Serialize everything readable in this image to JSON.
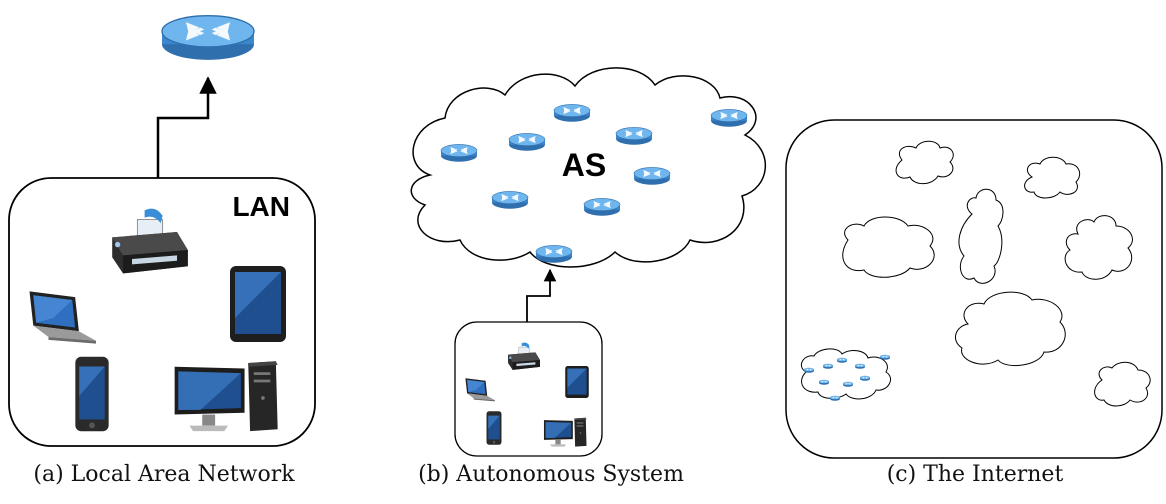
{
  "panels": {
    "lan": {
      "label": "LAN",
      "caption": "(a) Local Area Network"
    },
    "as": {
      "label": "AS",
      "caption": "(b) Autonomous System"
    },
    "internet": {
      "caption": "(c) The Internet"
    }
  },
  "colors": {
    "router_top": "#6fb6ee",
    "router_side": "#3b86cc",
    "router_dark": "#2f6fae",
    "stroke": "#000000",
    "device_dark": "#2b2b2b",
    "screen_blue": "#1f4f8f"
  },
  "icons": {
    "router": "router-icon",
    "printer": "printer-icon",
    "laptop": "laptop-icon",
    "tablet": "tablet-icon",
    "phone": "smartphone-icon",
    "desktop": "desktop-computer-icon",
    "cloud": "cloud-icon"
  }
}
